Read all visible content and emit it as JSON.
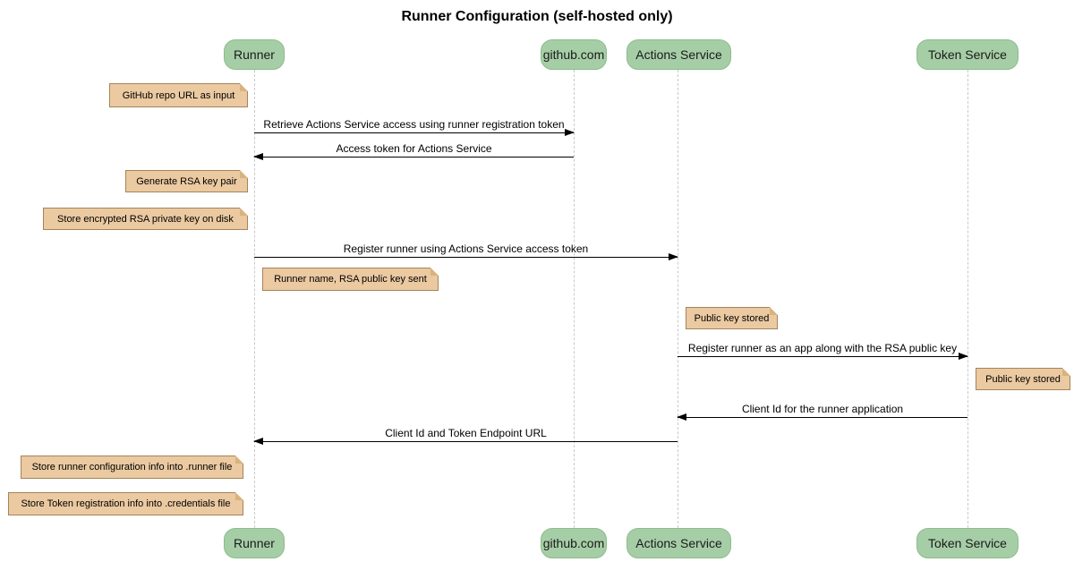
{
  "title": "Runner Configuration (self-hosted only)",
  "participants": [
    {
      "name": "Runner"
    },
    {
      "name": "github.com"
    },
    {
      "name": "Actions Service"
    },
    {
      "name": "Token Service"
    }
  ],
  "messages": [
    {
      "from": "Runner",
      "to": "github.com",
      "label": "Retrieve Actions Service access using runner registration token"
    },
    {
      "from": "github.com",
      "to": "Runner",
      "label": "Access token for Actions Service"
    },
    {
      "from": "Runner",
      "to": "Actions Service",
      "label": "Register runner using Actions Service access token"
    },
    {
      "from": "Actions Service",
      "to": "Token Service",
      "label": "Register runner as an app along with the RSA public key"
    },
    {
      "from": "Token Service",
      "to": "Actions Service",
      "label": "Client Id for the runner application"
    },
    {
      "from": "Actions Service",
      "to": "Runner",
      "label": "Client Id and Token Endpoint URL"
    }
  ],
  "notes": [
    {
      "label": "GitHub repo URL as input",
      "position": "left of Runner"
    },
    {
      "label": "Generate RSA key pair",
      "position": "left of Runner"
    },
    {
      "label": "Store encrypted RSA private key on disk",
      "position": "left of Runner"
    },
    {
      "label": "Runner name, RSA public key sent",
      "position": "right of Runner"
    },
    {
      "label": "Public key stored",
      "position": "right of Actions Service"
    },
    {
      "label": "Public key stored",
      "position": "right of Token Service"
    },
    {
      "label": "Store runner configuration info into .runner file",
      "position": "left of Runner"
    },
    {
      "label": "Store Token registration info into .credentials file",
      "position": "left of Runner"
    }
  ],
  "colors": {
    "participant_fill": "#a6cea6",
    "participant_border": "#8cbc8c",
    "note_fill": "#ebc9a1",
    "note_border": "#a5845a",
    "note_fold": "#d9b27e",
    "lifeline": "#c9c9c9",
    "arrow": "#000000",
    "background": "#ffffff"
  }
}
